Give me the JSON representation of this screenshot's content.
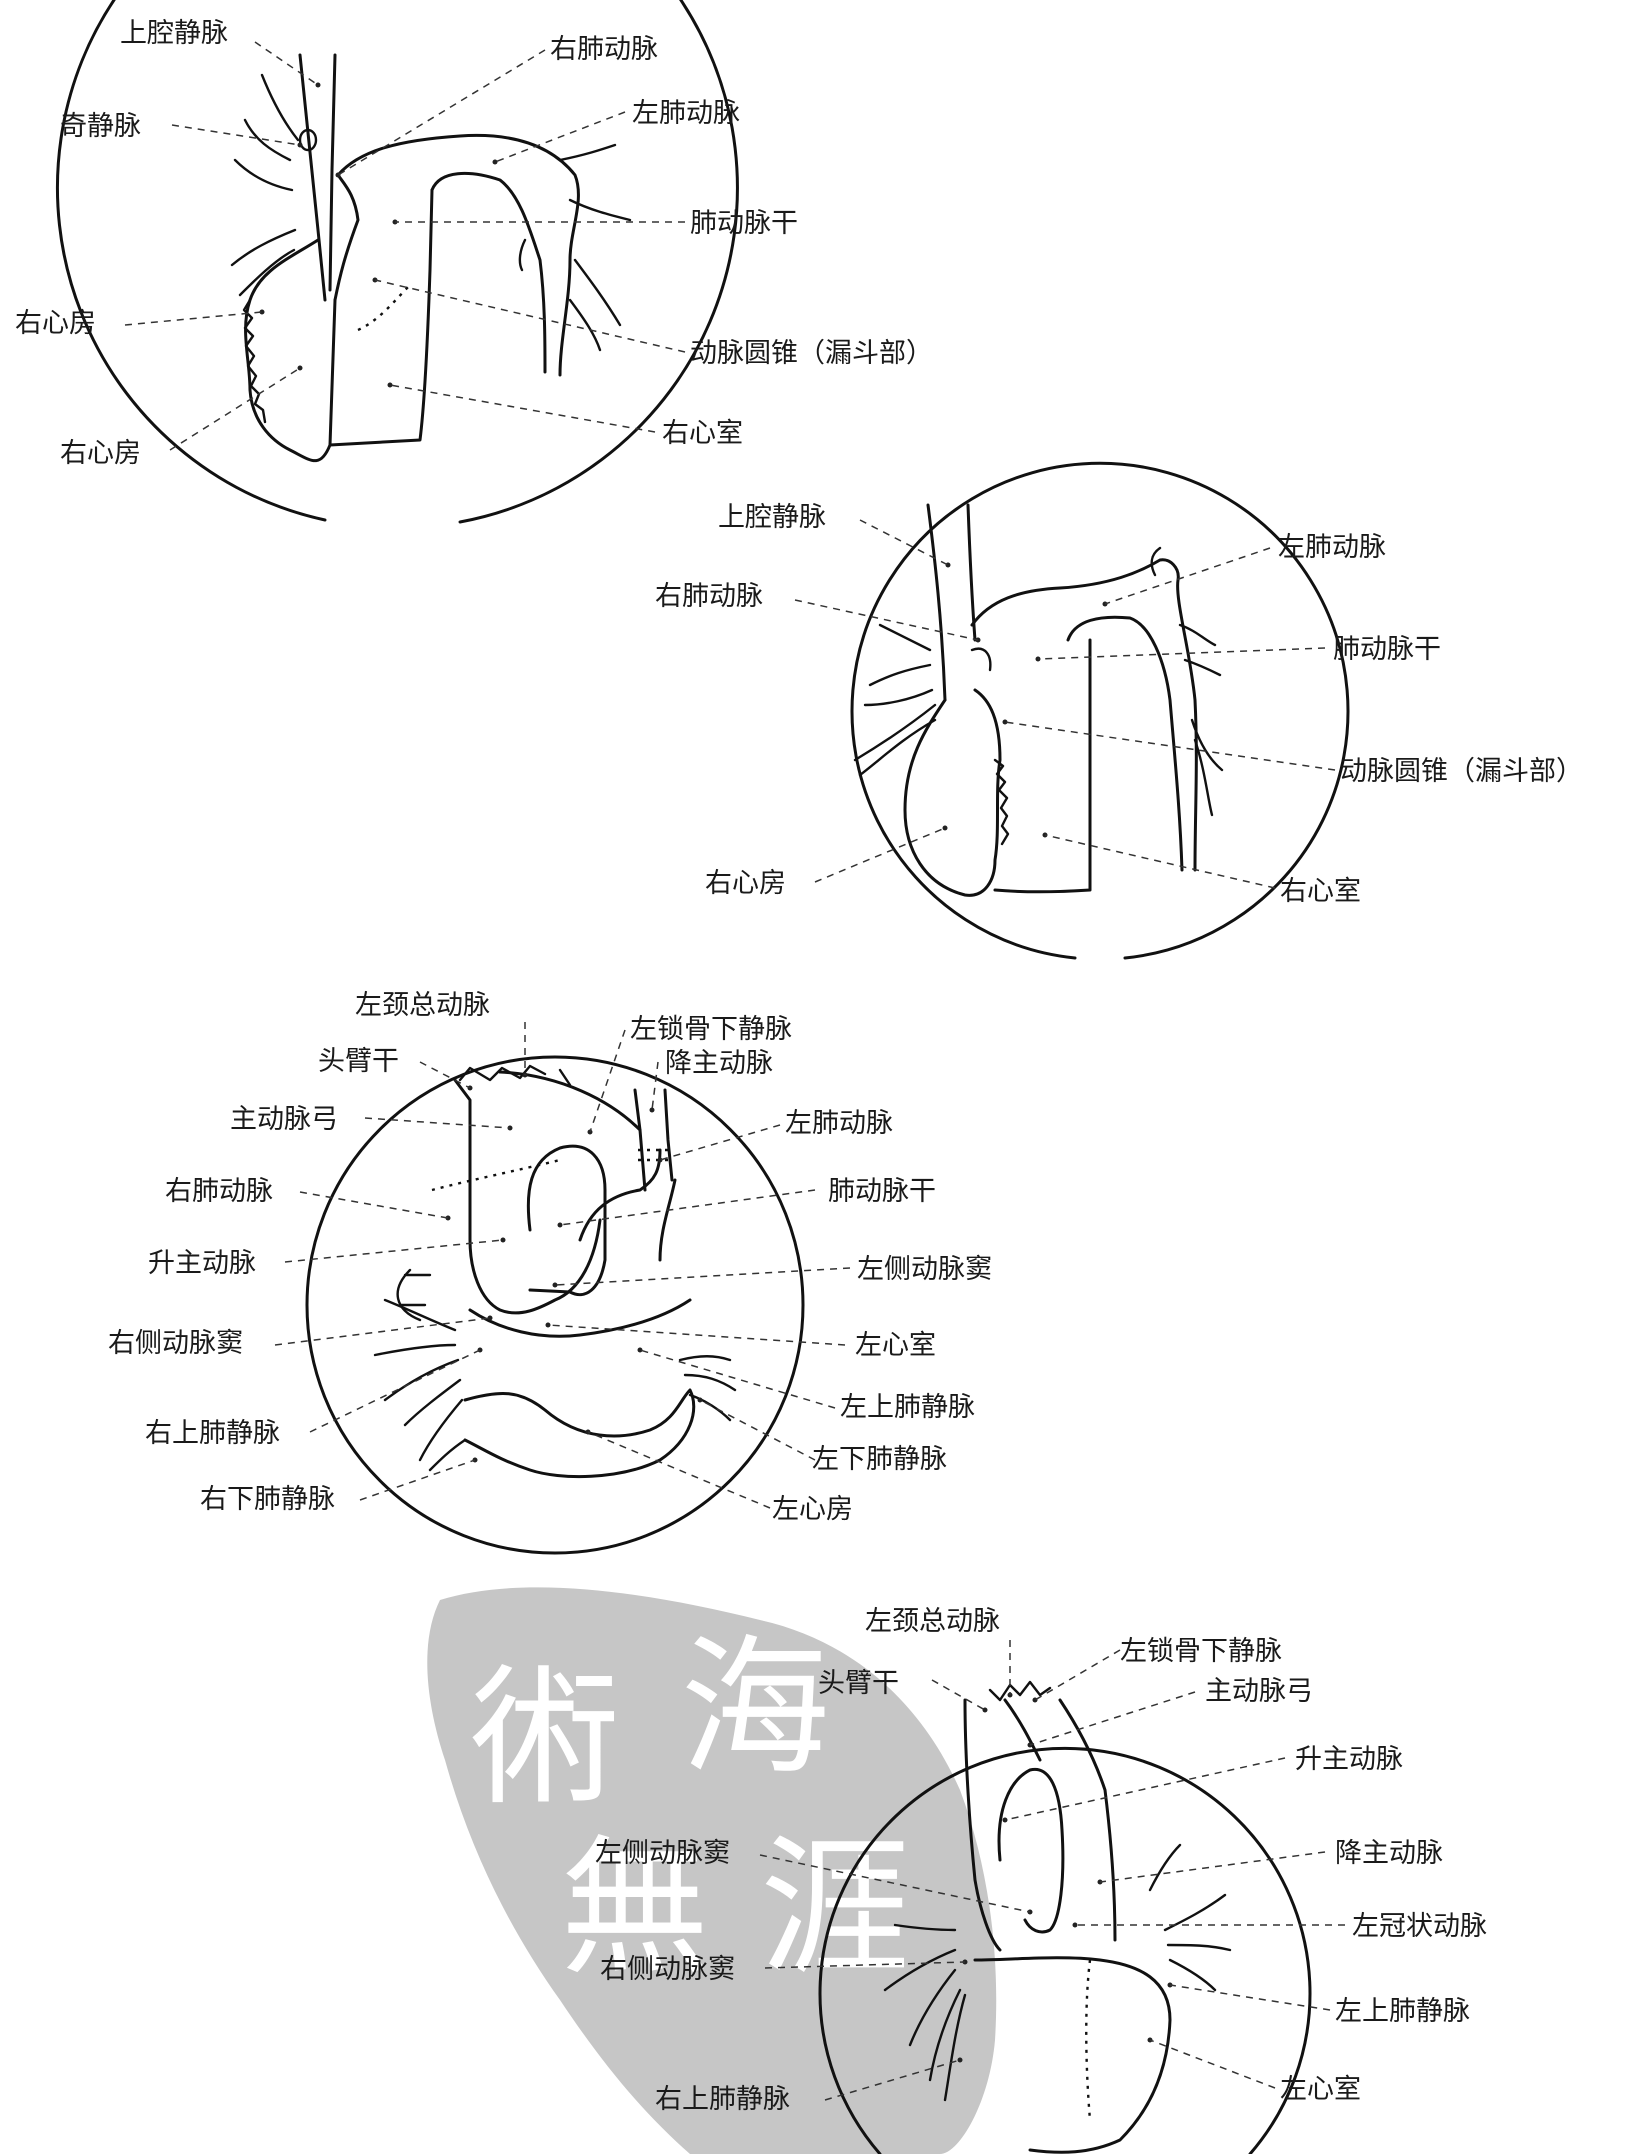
{
  "seal": {
    "characters": [
      "術",
      "海",
      "無",
      "涯"
    ]
  },
  "panels": [
    {
      "labels": {
        "svc": "上腔静脉",
        "azygos": "奇静脉",
        "ra1": "右心房",
        "ra2": "右心房",
        "rpa": "右肺动脉",
        "lpa": "左肺动脉",
        "trunk": "肺动脉干",
        "conus": "动脉圆锥（漏斗部）",
        "rv": "右心室"
      }
    },
    {
      "labels": {
        "svc": "上腔静脉",
        "rpa": "右肺动脉",
        "ra": "右心房",
        "lpa": "左肺动脉",
        "trunk": "肺动脉干",
        "conus": "动脉圆锥（漏斗部）",
        "rv": "右心室"
      }
    },
    {
      "labels": {
        "lcca": "左颈总动脉",
        "bct": "头臂干",
        "arch": "主动脉弓",
        "rpa": "右肺动脉",
        "asc": "升主动脉",
        "rsinus": "右侧动脉窦",
        "rspv": "右上肺静脉",
        "ripv": "右下肺静脉",
        "lscv": "左锁骨下静脉",
        "desc": "降主动脉",
        "lpa": "左肺动脉",
        "trunk": "肺动脉干",
        "lsinus": "左侧动脉窦",
        "lv": "左心室",
        "lspv": "左上肺静脉",
        "lipv": "左下肺静脉",
        "la": "左心房"
      }
    },
    {
      "labels": {
        "lcca": "左颈总动脉",
        "bct": "头臂干",
        "lsinus": "左侧动脉窦",
        "rsinus": "右侧动脉窦",
        "rspv": "右上肺静脉",
        "lscv": "左锁骨下静脉",
        "arch": "主动脉弓",
        "asc": "升主动脉",
        "desc": "降主动脉",
        "lca": "左冠状动脉",
        "lspv": "左上肺静脉",
        "lv": "左心室"
      }
    }
  ]
}
